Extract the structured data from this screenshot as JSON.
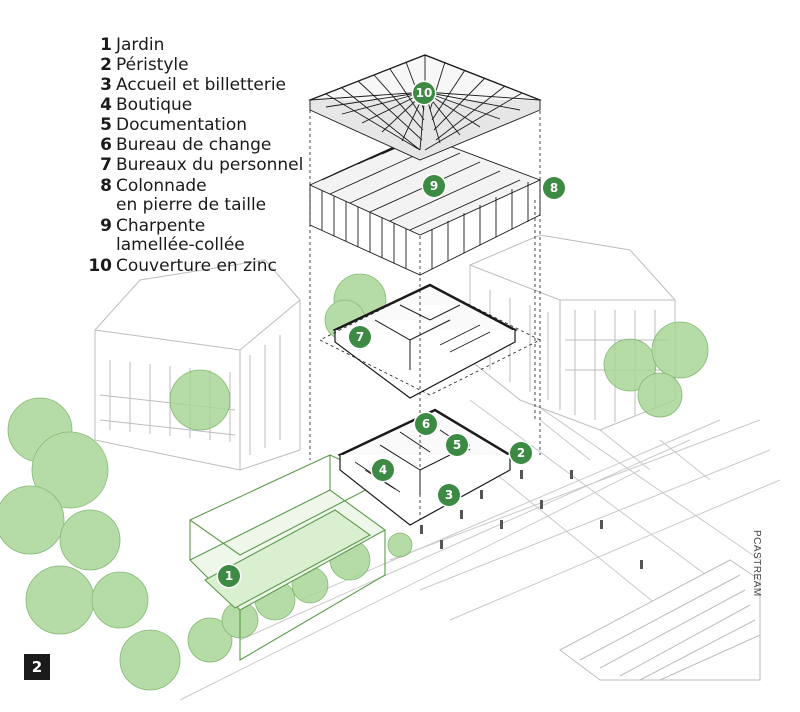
{
  "legend": {
    "items": [
      {
        "number": "1",
        "label": "Jardin"
      },
      {
        "number": "2",
        "label": "Péristyle"
      },
      {
        "number": "3",
        "label": "Accueil et billetterie"
      },
      {
        "number": "4",
        "label": "Boutique"
      },
      {
        "number": "5",
        "label": "Documentation"
      },
      {
        "number": "6",
        "label": "Bureau de change"
      },
      {
        "number": "7",
        "label": "Bureaux du personnel"
      },
      {
        "number": "8",
        "label": "Colonnade\nen pierre de taille"
      },
      {
        "number": "9",
        "label": "Charpente\nlamellée-collée"
      },
      {
        "number": "10",
        "label": "Couverture en zinc"
      }
    ]
  },
  "markers": {
    "m1": "1",
    "m2": "2",
    "m3": "3",
    "m4": "4",
    "m5": "5",
    "m6": "6",
    "m7": "7",
    "m8": "8",
    "m9": "9",
    "m10": "10"
  },
  "figure_number": "2",
  "credit": "PCASTREAM",
  "colors": {
    "marker_green": "#3c8a43",
    "vegetation_green": "#9fd08a",
    "line_black": "#1a1a1a",
    "building_gray": "#b8b8b8"
  }
}
